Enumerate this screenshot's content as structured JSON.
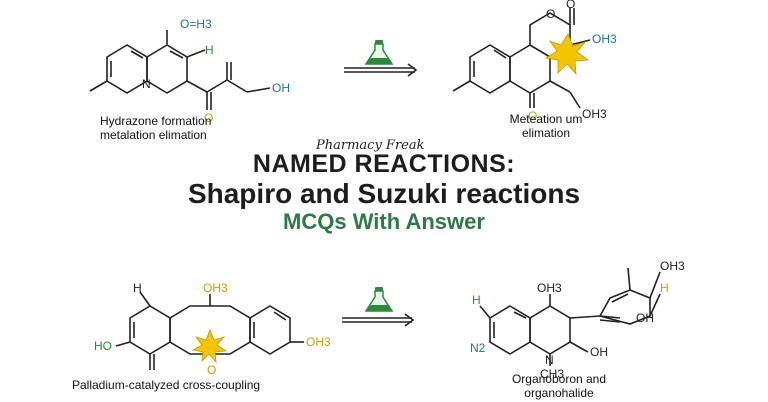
{
  "brand": "Pharmacy Freak",
  "title": {
    "line1": "NAMED REACTIONS:",
    "line2": "Shapiro and Suzuki reactions",
    "line3": "MCQs With Answer"
  },
  "captions": {
    "top_left_1": "Hydrazone formation",
    "top_left_2": "metalation elimation",
    "top_right_1": "Meteation um",
    "top_right_2": "elimation",
    "bottom_left": "Palladium-catalyzed cross-coupling",
    "bottom_right_1": "Organoboron and",
    "bottom_right_2": "organohalide"
  },
  "atom_labels": {
    "tl_oh3": "O=H3",
    "tl_h": "H",
    "tl_n": "N",
    "tl_o": "O",
    "tl_oh": "OH",
    "tr_o1": "O",
    "tr_o2": "O",
    "tr_oh3": "OH3",
    "tr_o": "O",
    "tr_oh3b": "OH3",
    "bl_h": "H",
    "bl_oh3": "OH3",
    "bl_ho": "HO",
    "bl_o": "O",
    "bl_oh3b": "OH3",
    "br_h": "H",
    "br_oh3": "OH3",
    "br_n2": "N2",
    "br_n": "N",
    "br_ch3": "CH3",
    "br_oh": "OH",
    "br_oh2": "OH",
    "br_oh3b": "OH3",
    "br_h2": "H"
  },
  "colors": {
    "title_green": "#2e7a47",
    "accent_blue": "#1f6fb5",
    "accent_green": "#2a8a3a",
    "highlight_gold": "#f2c500"
  },
  "icons": {
    "reaction_arrow_top": "flask-arrow-icon",
    "reaction_arrow_bottom": "flask-arrow-icon"
  }
}
